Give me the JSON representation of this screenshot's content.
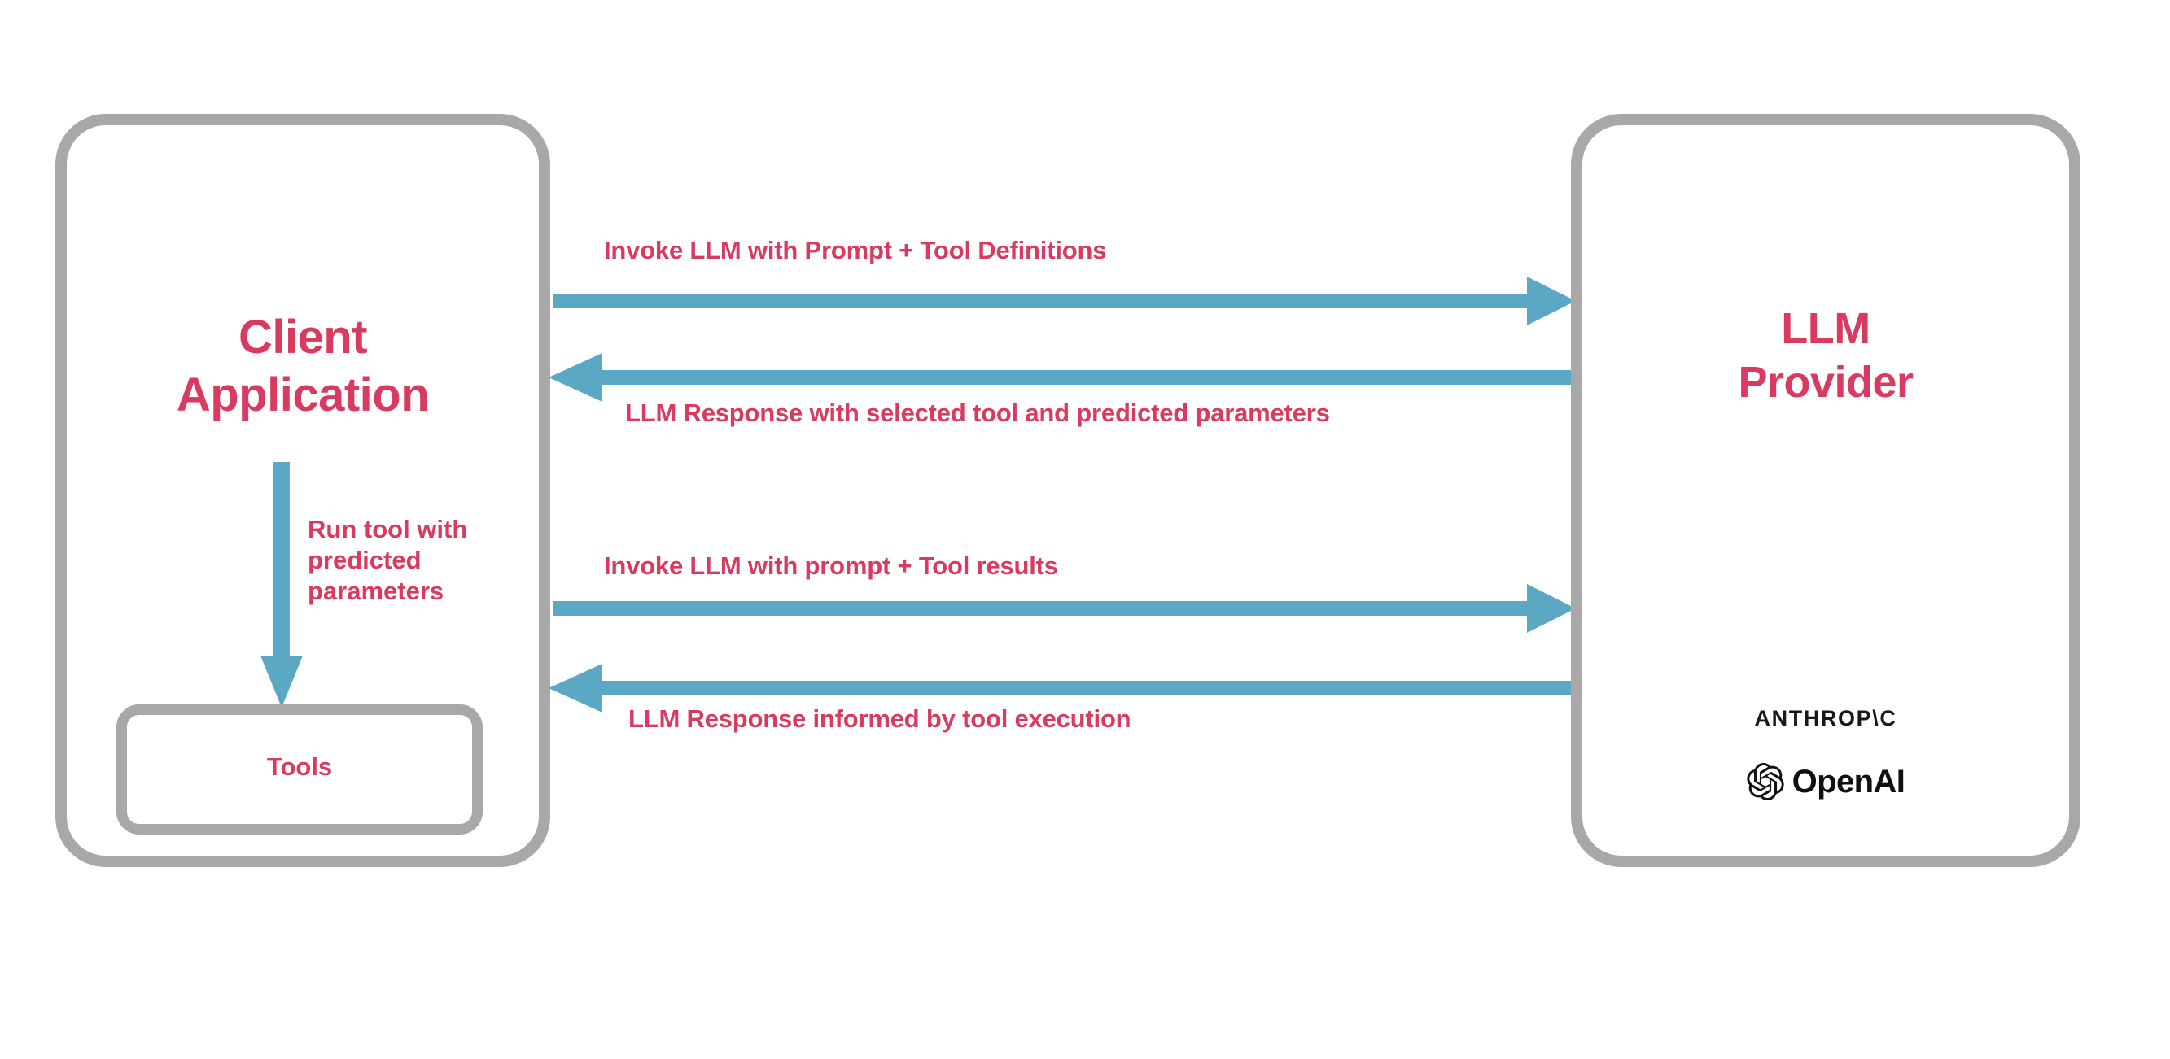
{
  "colors": {
    "accent_pink": "#d93a5f",
    "arrow_blue": "#5ba8c4",
    "box_gray": "#a8a8a8",
    "logo_black": "#181818",
    "background": "#ffffff"
  },
  "diagram": {
    "client": {
      "title_line1": "Client",
      "title_line2": "Application",
      "tools_label": "Tools"
    },
    "provider": {
      "title_line1": "LLM",
      "title_line2": "Provider",
      "logos": [
        {
          "name": "anthropic-logo",
          "text": "ANTHROP\\C"
        },
        {
          "name": "openai-logo",
          "text": "OpenAI"
        }
      ]
    },
    "flows": [
      {
        "id": "invoke-tool-definitions",
        "label": "Invoke LLM with Prompt + Tool Definitions",
        "direction": "right"
      },
      {
        "id": "response-selected-tool",
        "label": "LLM Response with selected tool and predicted parameters",
        "direction": "left"
      },
      {
        "id": "invoke-tool-results",
        "label": "Invoke LLM with prompt + Tool results",
        "direction": "right"
      },
      {
        "id": "response-tool-execution",
        "label": "LLM Response informed by tool execution",
        "direction": "left"
      }
    ],
    "internal_flow": {
      "id": "run-tool",
      "label": "Run tool with predicted parameters",
      "direction": "down"
    }
  }
}
